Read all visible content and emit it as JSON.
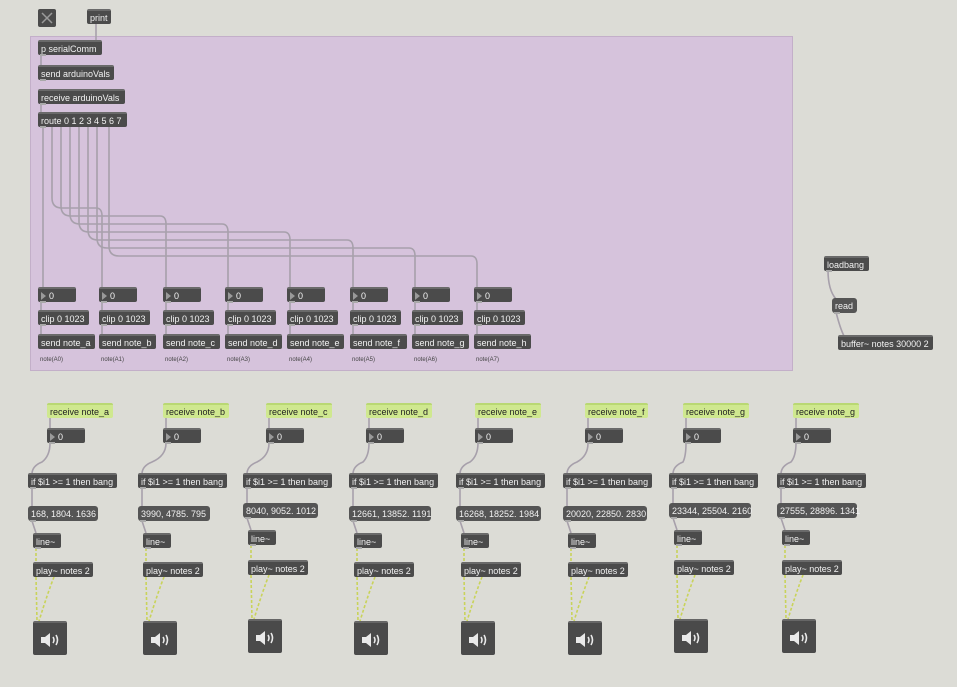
{
  "top": {
    "toggle_icon": "x-toggle-icon",
    "print_label": "print"
  },
  "panel": {
    "serial_label": "p serialComm",
    "send_vals_label": "send arduinoVals",
    "receive_vals_label": "receive arduinoVals",
    "route_label": "route 0 1 2 3 4 5 6 7",
    "channels": [
      {
        "num": "0",
        "clip": "clip 0 1023",
        "send": "send note_a",
        "comment": "note(A0)"
      },
      {
        "num": "0",
        "clip": "clip 0 1023",
        "send": "send note_b",
        "comment": "note(A1)"
      },
      {
        "num": "0",
        "clip": "clip 0 1023",
        "send": "send note_c",
        "comment": "note(A2)"
      },
      {
        "num": "0",
        "clip": "clip 0 1023",
        "send": "send note_d",
        "comment": "note(A3)"
      },
      {
        "num": "0",
        "clip": "clip 0 1023",
        "send": "send note_e",
        "comment": "note(A4)"
      },
      {
        "num": "0",
        "clip": "clip 0 1023",
        "send": "send note_f",
        "comment": "note(A5)"
      },
      {
        "num": "0",
        "clip": "clip 0 1023",
        "send": "send note_g",
        "comment": "note(A6)"
      },
      {
        "num": "0",
        "clip": "clip 0 1023",
        "send": "send note_h",
        "comment": "note(A7)"
      }
    ]
  },
  "loader": {
    "loadbang_label": "loadbang",
    "read_label": "read",
    "buffer_label": "buffer~ notes 30000 2"
  },
  "voices": [
    {
      "receive": "receive note_a",
      "num": "0",
      "if": "if $i1 >= 1 then bang",
      "msg": "168, 1804. 1636",
      "line": "line~",
      "play": "play~ notes 2"
    },
    {
      "receive": "receive note_b",
      "num": "0",
      "if": "if $i1 >= 1 then bang",
      "msg": "3990, 4785. 795",
      "line": "line~",
      "play": "play~ notes 2"
    },
    {
      "receive": "receive note_c",
      "num": "0",
      "if": "if $i1 >= 1 then bang",
      "msg": "8040, 9052. 1012",
      "line": "line~",
      "play": "play~ notes 2"
    },
    {
      "receive": "receive note_d",
      "num": "0",
      "if": "if $i1 >= 1 then bang",
      "msg": "12661, 13852. 1191",
      "line": "line~",
      "play": "play~ notes 2"
    },
    {
      "receive": "receive note_e",
      "num": "0",
      "if": "if $i1 >= 1 then bang",
      "msg": "16268, 18252. 1984",
      "line": "line~",
      "play": "play~ notes 2"
    },
    {
      "receive": "receive note_f",
      "num": "0",
      "if": "if $i1 >= 1 then bang",
      "msg": "20020, 22850. 2830",
      "line": "line~",
      "play": "play~ notes 2"
    },
    {
      "receive": "receive note_g",
      "num": "0",
      "if": "if $i1 >= 1 then bang",
      "msg": "23344, 25504. 2160",
      "line": "line~",
      "play": "play~ notes 2"
    },
    {
      "receive": "receive note_g",
      "num": "0",
      "if": "if $i1 >= 1 then bang",
      "msg": "27555, 28896. 1341",
      "line": "line~",
      "play": "play~ notes 2"
    }
  ],
  "colors": {
    "background": "#dcdcd6",
    "panel": "#d6c3dc",
    "object": "#4b4b4b",
    "receive": "#cfe88f",
    "wire": "#a7a0ab",
    "signal_wire": "#c9d35a"
  }
}
